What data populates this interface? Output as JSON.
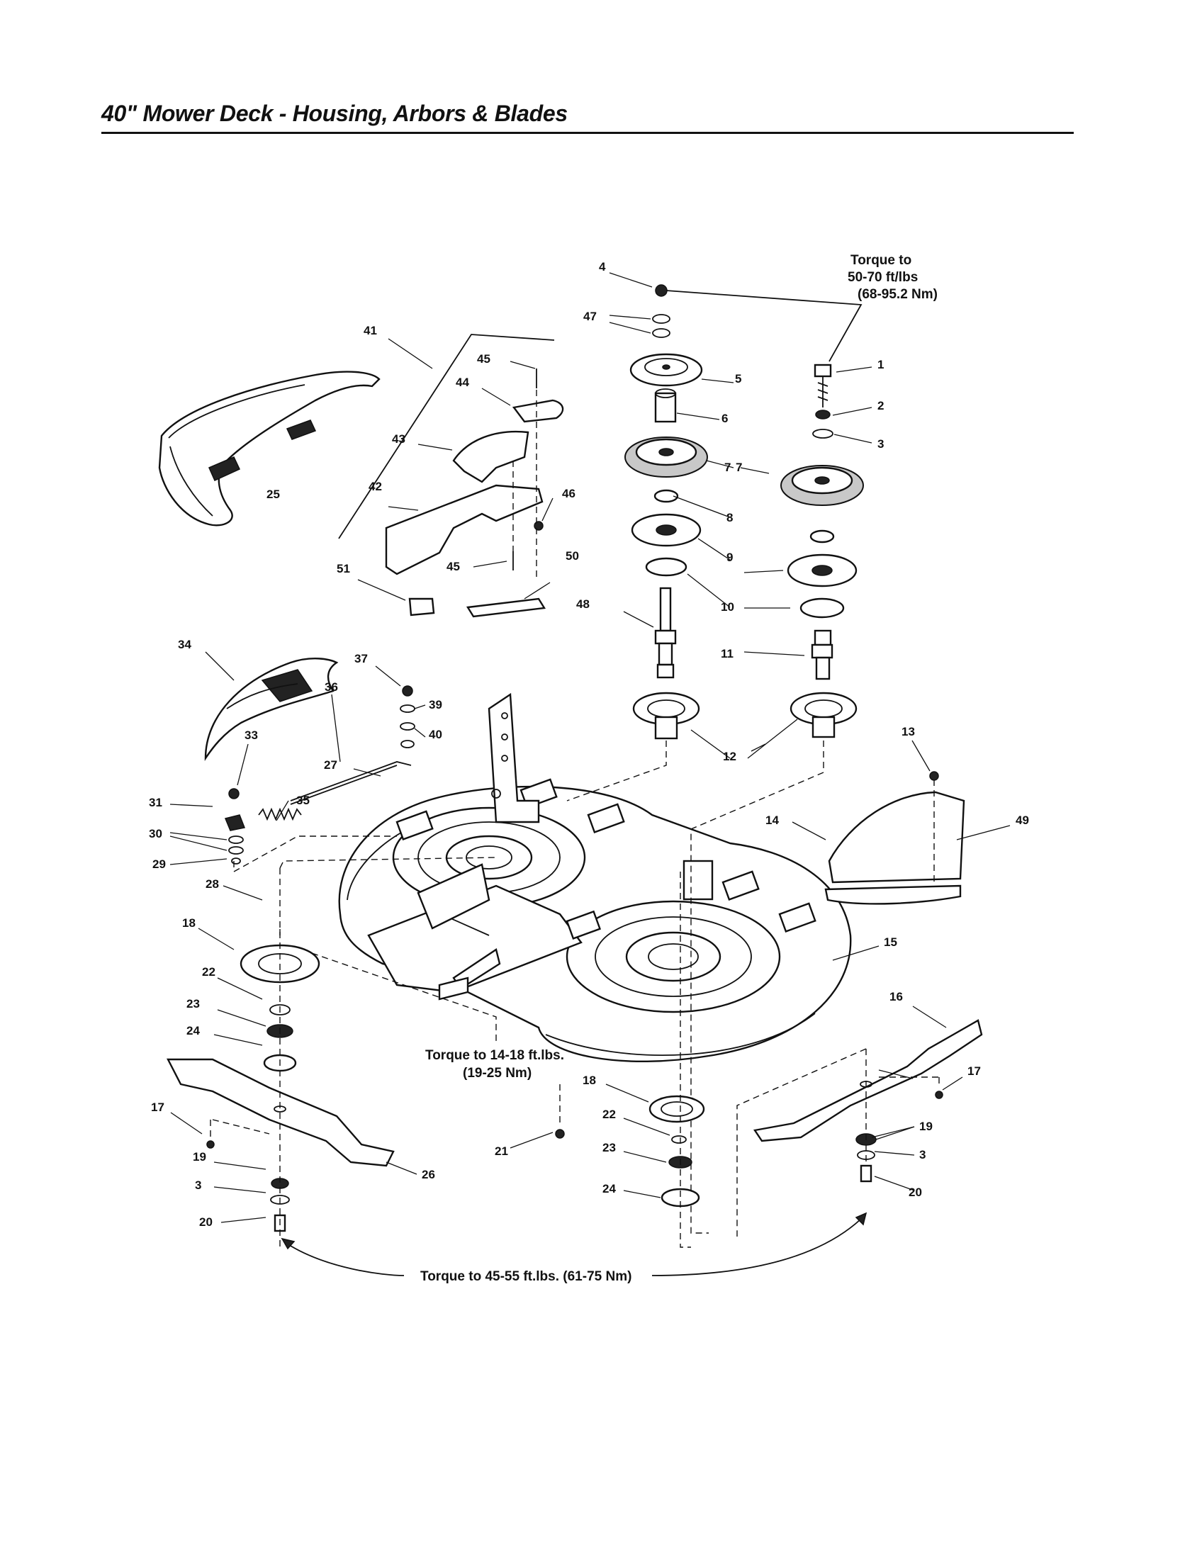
{
  "title": "40\" Mower Deck - Housing, Arbors & Blades",
  "colors": {
    "ink": "#111111",
    "paper": "#ffffff"
  },
  "notes": {
    "torque_top_1": "Torque to",
    "torque_top_2": "50-70 ft/lbs",
    "torque_top_3": "(68-95.2 Nm)",
    "torque_mid_1": "Torque to 14-18 ft.lbs.",
    "torque_mid_2": "(19-25 Nm)",
    "torque_bottom": "Torque to 45-55 ft.lbs. (61-75 Nm)"
  },
  "callouts": {
    "c1": "1",
    "c2": "2",
    "c3": "3",
    "c4": "4",
    "c5": "5",
    "c6": "6",
    "c7": "7",
    "c8": "8",
    "c9": "9",
    "c10": "10",
    "c11": "11",
    "c12": "12",
    "c13": "13",
    "c14": "14",
    "c15": "15",
    "c16": "16",
    "c17": "17",
    "c18": "18",
    "c19": "19",
    "c20": "20",
    "c21": "21",
    "c22": "22",
    "c23": "23",
    "c24": "24",
    "c25": "25",
    "c26": "26",
    "c27": "27",
    "c28": "28",
    "c29": "29",
    "c30": "30",
    "c31": "31",
    "c33": "33",
    "c34": "34",
    "c35": "35",
    "c36": "36",
    "c37": "37",
    "c39": "39",
    "c40": "40",
    "c41": "41",
    "c42": "42",
    "c43": "43",
    "c44": "44",
    "c45": "45",
    "c46": "46",
    "c47": "47",
    "c48": "48",
    "c49": "49",
    "c50": "50",
    "c51": "51"
  }
}
